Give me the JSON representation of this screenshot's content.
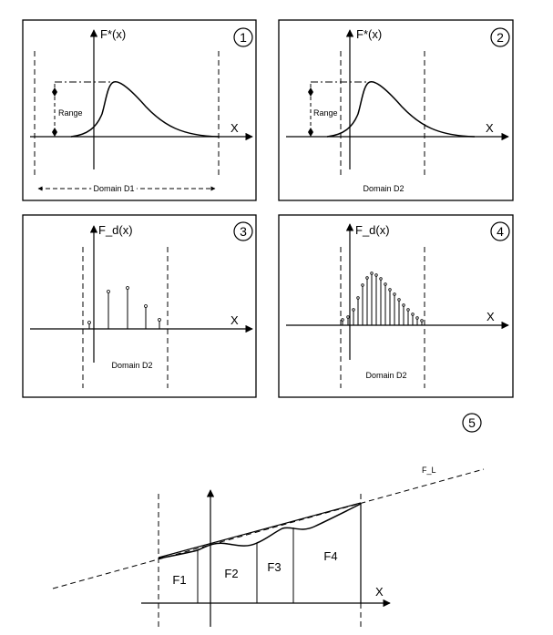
{
  "panels": [
    {
      "number": "1",
      "ylabel": "F*(x)",
      "xlabel": "X",
      "range_label": "Range",
      "domain_label": "Domain D1"
    },
    {
      "number": "2",
      "ylabel": "F*(x)",
      "xlabel": "X",
      "range_label": "Range",
      "domain_label": "Domain D2"
    },
    {
      "number": "3",
      "ylabel": "F_d(x)",
      "xlabel": "X",
      "domain_label": "Domain D2"
    },
    {
      "number": "4",
      "ylabel": "F_d(x)",
      "xlabel": "X",
      "domain_label": "Domain D2"
    }
  ],
  "bottom": {
    "number": "5",
    "line_label": "F_L",
    "xlabel": "X",
    "regions": [
      "F1",
      "F2",
      "F3",
      "F4"
    ]
  },
  "colors": {
    "stroke": "#000000",
    "background": "#ffffff"
  }
}
